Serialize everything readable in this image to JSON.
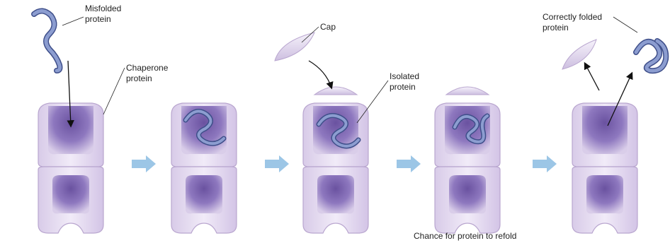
{
  "labels": {
    "misfolded": [
      "Misfolded",
      "protein"
    ],
    "chaperone": [
      "Chaperone",
      "protein"
    ],
    "cap": "Cap",
    "isolated": [
      "Isolated",
      "protein"
    ],
    "correctly_folded": [
      "Correctly folded",
      "protein"
    ]
  },
  "caption": "Chance for protein to refold",
  "colors": {
    "barrel_body": "#e7def1",
    "barrel_outline": "#b9a6cf",
    "cavity_dark": "#5b4585",
    "cavity_light": "#c8b6df",
    "protein": "#7d8ec4",
    "protein_outline": "#3f4f8a",
    "step_arrow": "#9cc6e6"
  },
  "stages": [
    {
      "id": "stage-1",
      "cap": false,
      "protein": "empty-open"
    },
    {
      "id": "stage-2",
      "cap": false,
      "protein": "inside-unfolded"
    },
    {
      "id": "stage-3",
      "cap": true,
      "protein": "inside-isolated"
    },
    {
      "id": "stage-4",
      "cap": true,
      "protein": "inside-folding"
    },
    {
      "id": "stage-5",
      "cap": false,
      "protein": "released"
    }
  ]
}
